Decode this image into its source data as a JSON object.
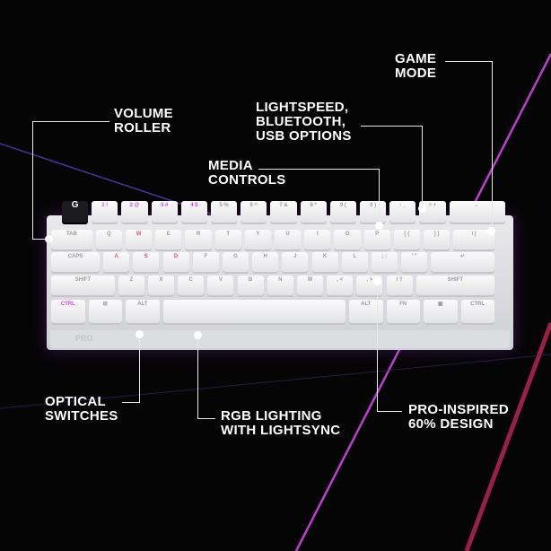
{
  "annotations": {
    "volume_roller": "VOLUME\nROLLER",
    "lightspeed": "LIGHTSPEED,\nBLUETOOTH,\nUSB OPTIONS",
    "game_mode": "GAME\nMODE",
    "media_controls": "MEDIA\nCONTROLS",
    "optical_switches": "OPTICAL\nSWITCHES",
    "rgb_lighting": "RGB LIGHTING\nWITH LIGHTSYNC",
    "pro_inspired": "PRO-INSPIRED\n60% DESIGN"
  },
  "keyboard": {
    "brand_mark": "PRO",
    "rows": [
      [
        "G",
        "1 !",
        "2 @",
        "3 #",
        "4 $",
        "5 %",
        "6 ^",
        "7 &",
        "8 *",
        "9 (",
        "0 )",
        "- _",
        "= +",
        "←"
      ],
      [
        "TAB",
        "Q",
        "W",
        "E",
        "R",
        "T",
        "Y",
        "U",
        "I",
        "O",
        "P",
        "[ {",
        "] }",
        "\\ |"
      ],
      [
        "CAPS",
        "A",
        "S",
        "D",
        "F",
        "G",
        "H",
        "J",
        "K",
        "L",
        "; :",
        "' \"",
        "↵"
      ],
      [
        "SHIFT",
        "Z",
        "X",
        "C",
        "V",
        "B",
        "N",
        "M",
        ", <",
        ". >",
        "/ ?",
        "SHIFT"
      ],
      [
        "CTRL",
        "⊞",
        "ALT",
        "",
        "ALT",
        "FN",
        "▣",
        "CTRL"
      ]
    ]
  },
  "colors": {
    "background": "#050506",
    "accent_purple": "#b04cff",
    "accent_pink": "#ff2f7a",
    "keycap": "#f2f2f4"
  }
}
